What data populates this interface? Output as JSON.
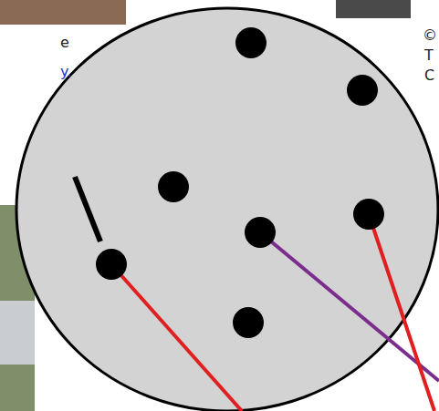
{
  "diagram": {
    "labels": [
      "e",
      "y.",
      "©",
      "T",
      "C"
    ]
  }
}
